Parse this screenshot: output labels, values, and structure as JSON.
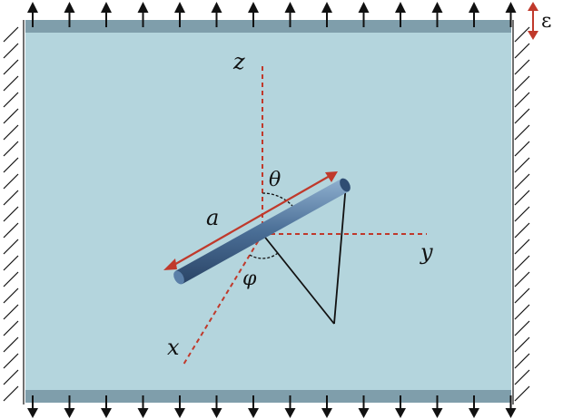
{
  "colors": {
    "panel": "#b4d5dd",
    "grip": "#7f9eab",
    "axis": "#c0392b",
    "fiber": "#3d5f85",
    "fiber_light": "#8fb0cf",
    "hatch": "#111111",
    "arrow": "#111111"
  },
  "labels": {
    "strain": "ε",
    "axis_z": "z",
    "axis_y": "y",
    "axis_x": "x",
    "length": "a",
    "theta": "θ",
    "phi": "φ"
  }
}
